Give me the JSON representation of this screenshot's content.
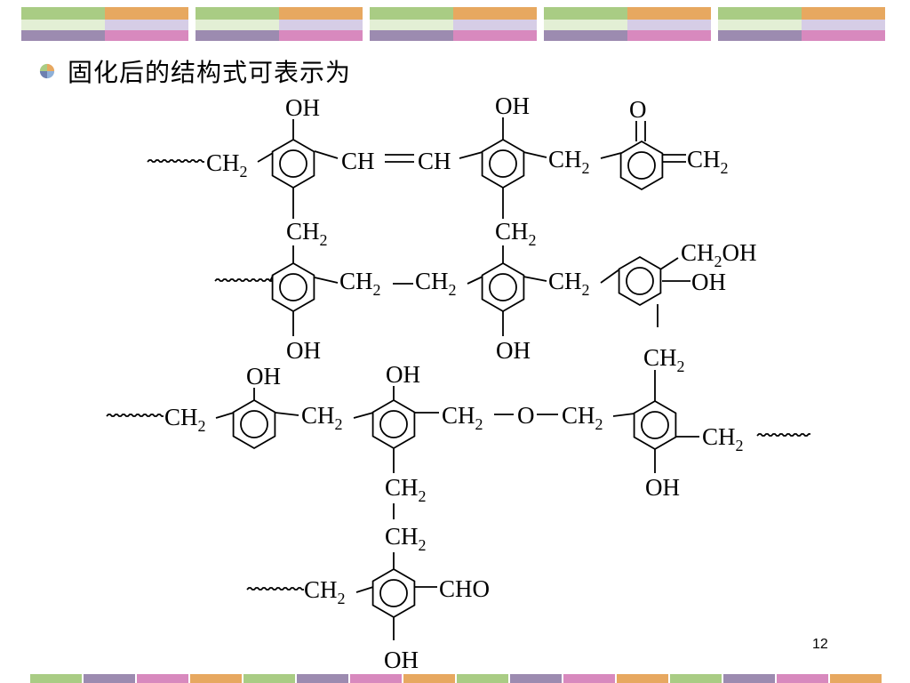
{
  "slide": {
    "title": "固化后的结构式可表示为",
    "page_number": "12",
    "bullet_icon": "quad-circle-bullet-icon",
    "colors": {
      "green": "#a9cc84",
      "orange": "#e7a860",
      "purple": "#9c8bb0",
      "pink": "#d889be",
      "lavender": "#d6cde6",
      "light_green": "#e3efd5"
    }
  },
  "structure": {
    "labels": {
      "oh": "OH",
      "o": "O",
      "ch": "CH",
      "ch2_base": "CH",
      "sub2": "2",
      "ch2oh_tail": "OH",
      "cho": "CHO"
    }
  }
}
